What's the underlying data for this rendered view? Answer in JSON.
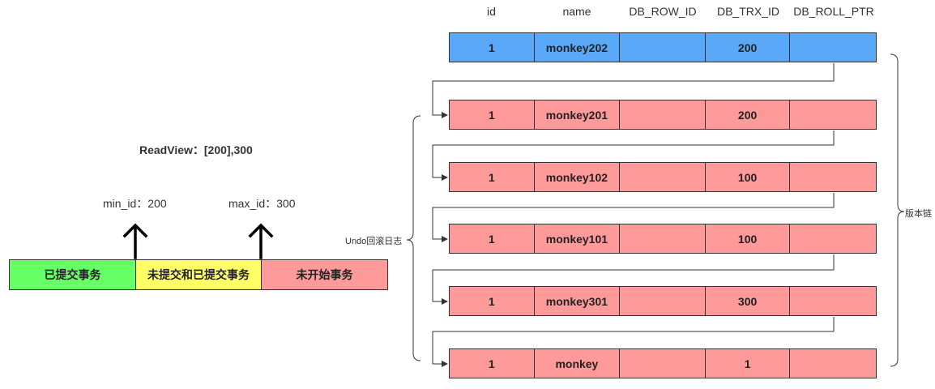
{
  "headers": [
    "id",
    "name",
    "DB_ROW_ID",
    "DB_TRX_ID",
    "DB_ROLL_PTR"
  ],
  "current_row": {
    "id": "1",
    "name": "monkey202",
    "row_id": "",
    "trx_id": "200",
    "roll_ptr": ""
  },
  "undo_rows": [
    {
      "id": "1",
      "name": "monkey201",
      "row_id": "",
      "trx_id": "200",
      "roll_ptr": ""
    },
    {
      "id": "1",
      "name": "monkey102",
      "row_id": "",
      "trx_id": "100",
      "roll_ptr": ""
    },
    {
      "id": "1",
      "name": "monkey101",
      "row_id": "",
      "trx_id": "100",
      "roll_ptr": ""
    },
    {
      "id": "1",
      "name": "monkey301",
      "row_id": "",
      "trx_id": "300",
      "roll_ptr": ""
    },
    {
      "id": "1",
      "name": "monkey",
      "row_id": "",
      "trx_id": "1",
      "roll_ptr": ""
    }
  ],
  "labels": {
    "undo_log": "Undo回滚日志",
    "version_chain": "版本链",
    "readview": "ReadView：[200],300",
    "min_id": "min_id：200",
    "max_id": "max_id：300"
  },
  "segments": [
    {
      "label": "已提交事务",
      "color": "#66ff66"
    },
    {
      "label": "未提交和已提交事务",
      "color": "#ffff66"
    },
    {
      "label": "未开始事务",
      "color": "#ff9a9a"
    }
  ],
  "colors": {
    "current_row": "#5aa9f9",
    "undo_row": "#ff9a9a"
  }
}
